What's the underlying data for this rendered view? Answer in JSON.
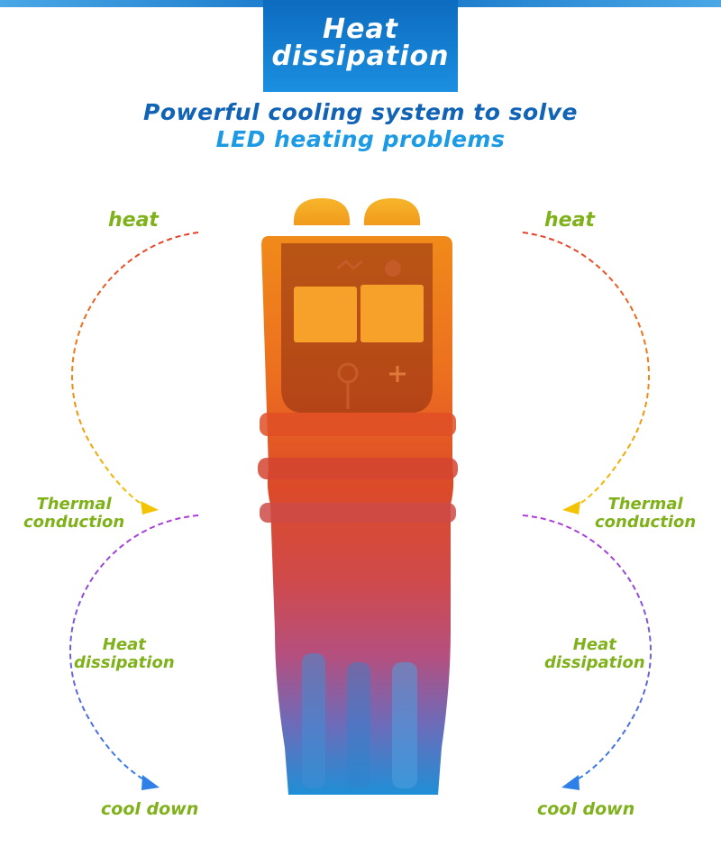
{
  "header": {
    "line1": "Heat",
    "line2": "dissipation"
  },
  "subtitle": {
    "line1": "Powerful cooling system to solve",
    "line2": "LED heating problems"
  },
  "left": {
    "heat": "heat",
    "thermal_line1": "Thermal",
    "thermal_line2": "conduction",
    "dissipation_line1": "Heat",
    "dissipation_line2": "dissipation",
    "cool": "cool down"
  },
  "right": {
    "heat": "heat",
    "thermal_line1": "Thermal",
    "thermal_line2": "conduction",
    "dissipation_line1": "Heat",
    "dissipation_line2": "dissipation",
    "cool": "cool down"
  },
  "colors": {
    "label_green": "#7fb11a",
    "header_blue": "#0d6bbf",
    "subtitle_dark_blue": "#1063b5",
    "subtitle_light_blue": "#1c9ae4",
    "arrow_red": "#e8402a",
    "arrow_yellow": "#f3c300",
    "arrow_purple": "#b23ad6",
    "arrow_blue": "#2f7fe8"
  },
  "icons": {
    "bulb": "led-bulb-icon",
    "heat_arrow": "dashed-arrow-icon",
    "cool_arrow": "dashed-arrow-icon"
  }
}
